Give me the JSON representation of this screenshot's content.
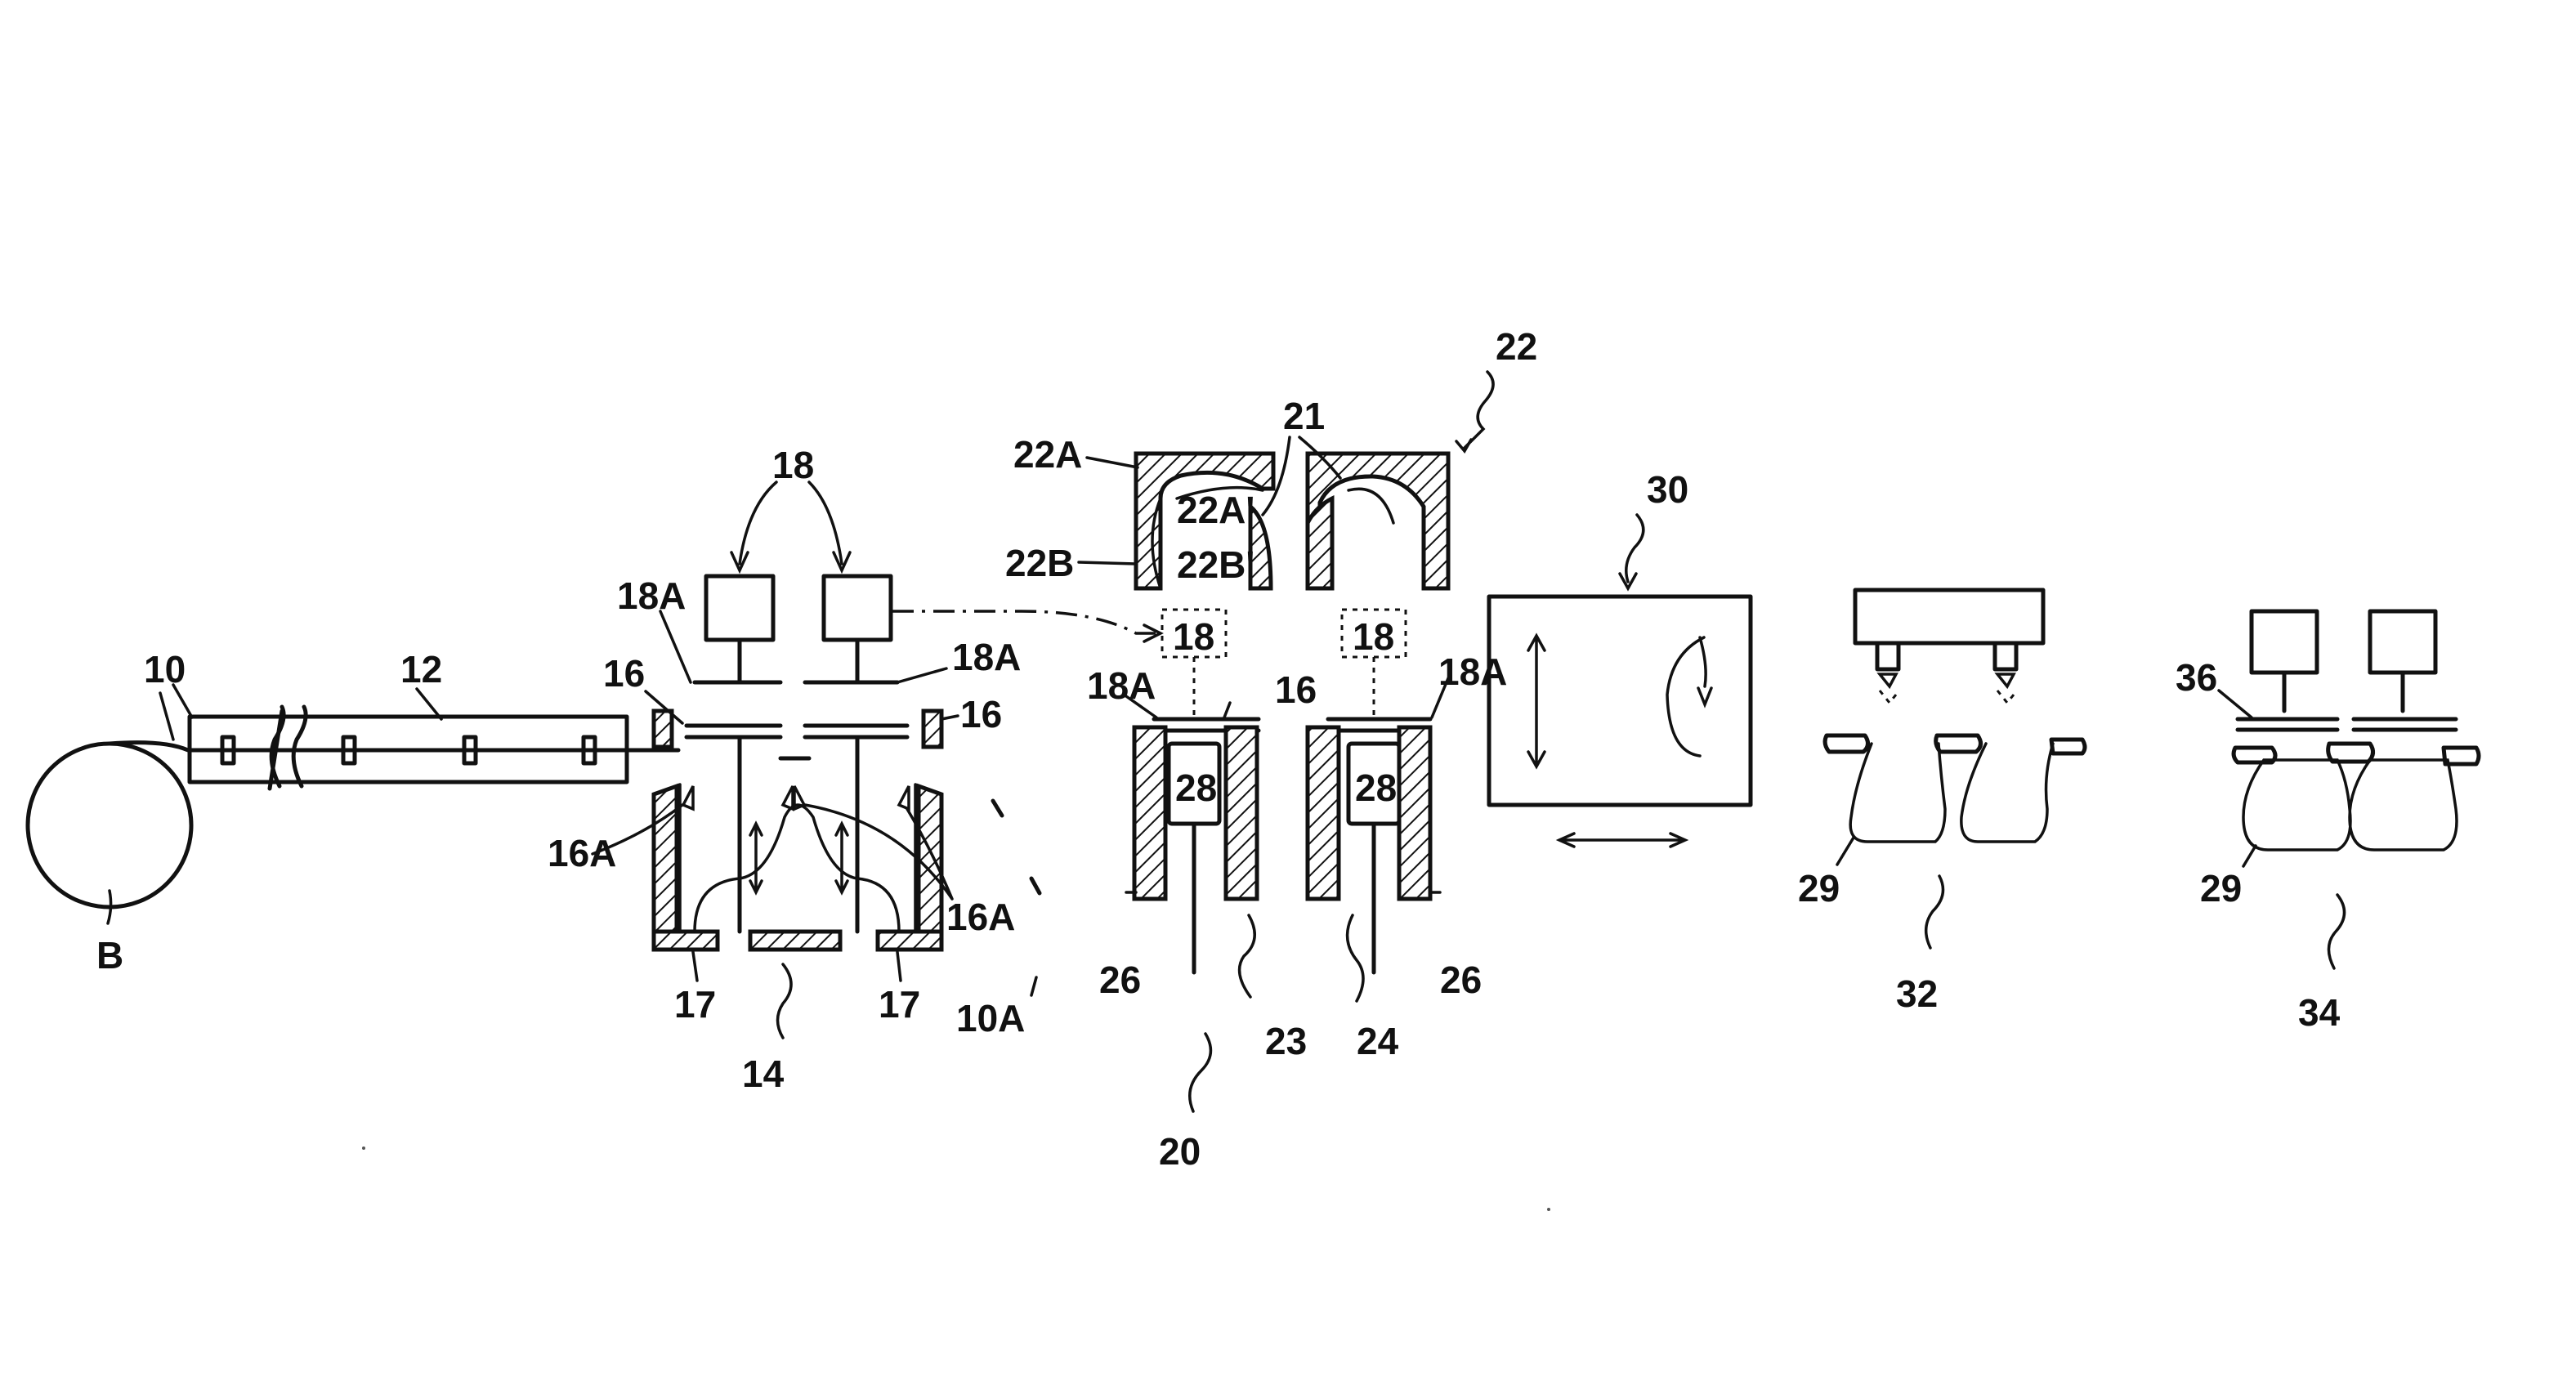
{
  "diagram": {
    "labels": {
      "B": "B",
      "10": "10",
      "12": "12",
      "10A": "10A",
      "14": "14",
      "16": "16",
      "16A": "16A",
      "17": "17",
      "18": "18",
      "18A": "18A",
      "20": "20",
      "21": "21",
      "22": "22",
      "22A": "22A",
      "22A_prime": "22A'",
      "22B": "22B",
      "22B_prime": "22B'",
      "23": "23",
      "24": "24",
      "26": "26",
      "28": "28",
      "29": "29",
      "30": "30",
      "32": "32",
      "34": "34",
      "36": "36"
    }
  }
}
